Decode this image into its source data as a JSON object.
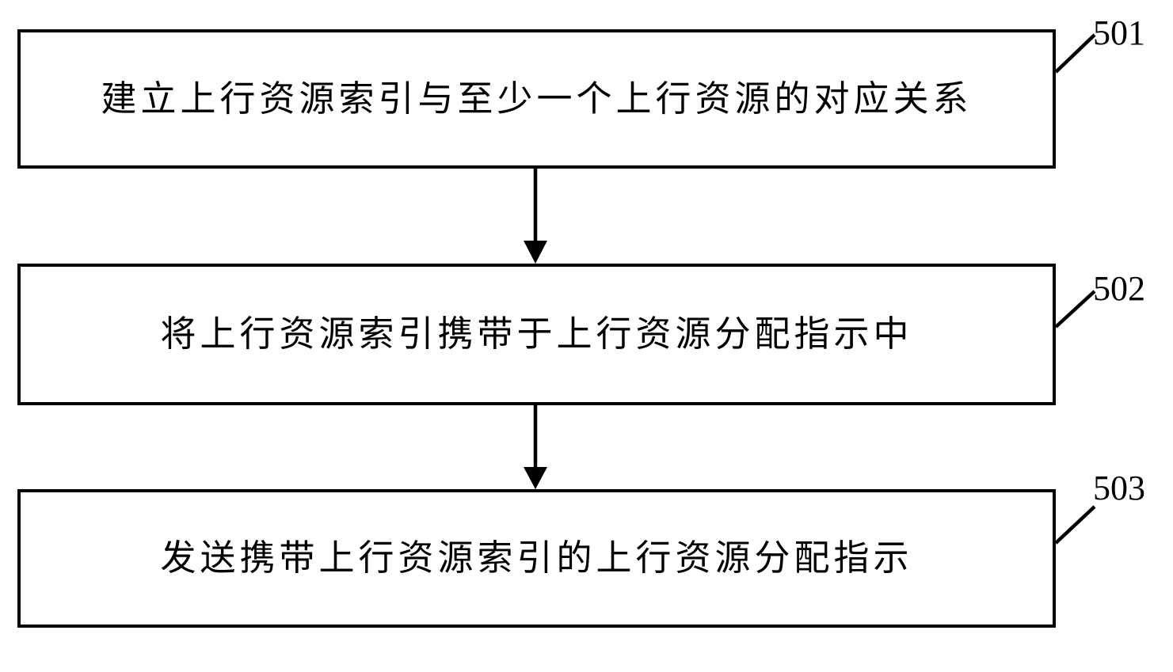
{
  "figure": {
    "type": "flowchart",
    "colors": {
      "background": "#ffffff",
      "line": "#000000",
      "text": "#000000"
    },
    "steps": [
      {
        "ref": "501",
        "text": "建立上行资源索引与至少一个上行资源的对应关系"
      },
      {
        "ref": "502",
        "text": "将上行资源索引携带于上行资源分配指示中"
      },
      {
        "ref": "503",
        "text": "发送携带上行资源索引的上行资源分配指示"
      }
    ],
    "connectors": [
      {
        "from": "501",
        "to": "502",
        "type": "arrow-down"
      },
      {
        "from": "502",
        "to": "503",
        "type": "arrow-down"
      }
    ]
  }
}
